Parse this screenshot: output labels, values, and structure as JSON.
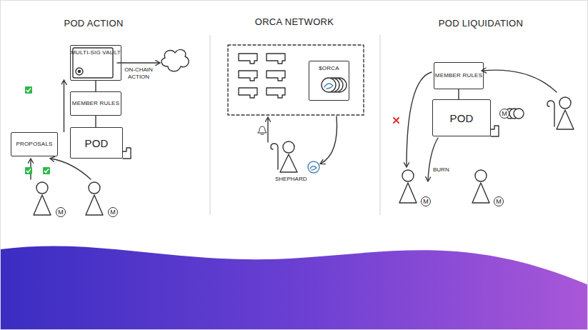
{
  "diagram": {
    "nodes": [
      {
        "text": [
          "MULTI-SIG VAULT"
        ]
      },
      {
        "text": [
          "MEMBER RULES"
        ]
      },
      {
        "text": [
          "POD"
        ]
      },
      {
        "text": [
          "PROPOSALS"
        ]
      },
      {
        "text": [
          "$ORCA"
        ]
      },
      {
        "text": [
          "MEMBER RULES"
        ]
      },
      {
        "text": [
          "POD"
        ]
      }
    ],
    "edges": [
      {
        "from": 3,
        "to": 0,
        "arrow": "to"
      },
      {
        "from": 0,
        "to": 1,
        "arrow": "none"
      },
      {
        "from": 1,
        "to": 2,
        "arrow": "none"
      },
      {
        "from": 5,
        "to": 6,
        "arrow": "none"
      }
    ],
    "labels": [
      "POD ACTION",
      "ORCA NETWORK",
      "POD LIQUIDATION",
      "ON-CHAIN ACTION",
      "M",
      "M",
      "SHEPHARD",
      "M",
      "BURN",
      "M",
      "M"
    ]
  }
}
